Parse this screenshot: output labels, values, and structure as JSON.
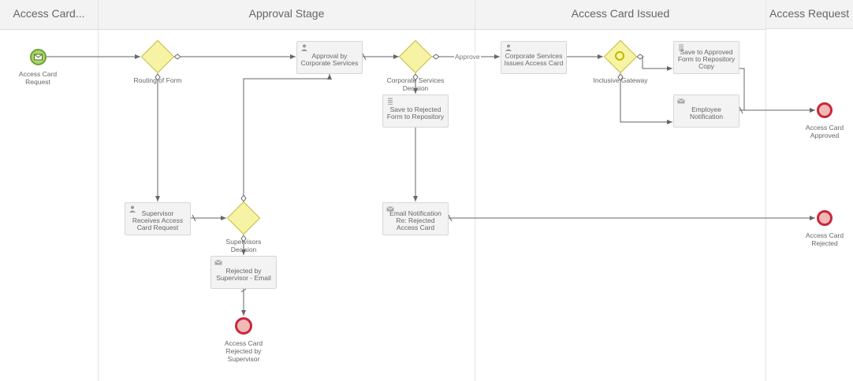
{
  "lanes": [
    {
      "title": "Access Card..."
    },
    {
      "title": "Approval Stage"
    },
    {
      "title": "Access Card Issued"
    },
    {
      "title": "Access Request Fo"
    }
  ],
  "events": {
    "start": {
      "label": "Access Card Request",
      "kind": "message-start"
    },
    "approved": {
      "label": "Access Card Approved"
    },
    "rejected": {
      "label": "Access Card Rejected"
    },
    "rejected_supervisor": {
      "label": "Access Card Rejected by Supervisor"
    }
  },
  "gateways": {
    "routing": {
      "label": "Routing of Form"
    },
    "supervisors_decision": {
      "label": "Supervisors Decision"
    },
    "corporate_decision": {
      "label": "Corporate Services Decision"
    },
    "inclusive": {
      "label": "Inclusive Gateway"
    }
  },
  "tasks": {
    "approval_corporate": {
      "label": "Approval by Corporate Services",
      "icon": "user-icon"
    },
    "supervisor_receives": {
      "label": "Supervisor Receives Access Card Request",
      "icon": "user-icon"
    },
    "rejected_supervisor_email": {
      "label": "Rejected by Supervisor - Email",
      "icon": "envelope-icon"
    },
    "save_rejected": {
      "label": "Save to Rejected Form to Repository",
      "icon": "script-icon"
    },
    "email_notification": {
      "label": "Email Notification Re: Rejected Access Card",
      "icon": "envelope-icon"
    },
    "issues_card": {
      "label": "Corporate Services Issues Access Card",
      "icon": "user-icon"
    },
    "save_approved": {
      "label": "Save to Approved Form to Repository Copy",
      "icon": "script-icon"
    },
    "employee_notification": {
      "label": "Employee Notification",
      "icon": "envelope-icon"
    }
  },
  "flow_labels": {
    "approve": "Approve"
  },
  "colors": {
    "lane_header_bg": "#f3f3f3",
    "task_bg": "#f3f3f3",
    "gateway_fill": "#f7f3a5",
    "start_event": "#a9d56c",
    "end_event_border": "#c8283a",
    "flow_line": "#666666"
  }
}
